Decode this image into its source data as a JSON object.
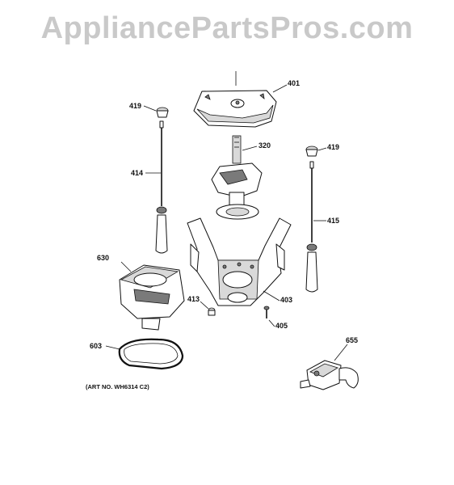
{
  "watermark": "AppliancePartsPros.com",
  "art_number": "(ART NO. WH6314 C2)",
  "callouts": {
    "p401": "401",
    "p419_left": "419",
    "p419_right": "419",
    "p320": "320",
    "p414": "414",
    "p415": "415",
    "p630": "630",
    "p413": "413",
    "p403": "403",
    "p405": "405",
    "p603": "603",
    "p655": "655"
  }
}
